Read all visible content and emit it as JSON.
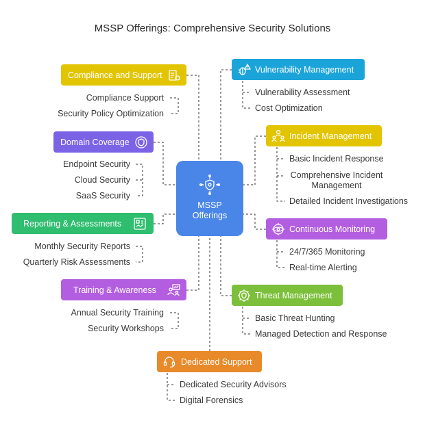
{
  "title": "MSSP Offerings: Comprehensive Security Solutions",
  "center": {
    "label": "MSSP\nOfferings",
    "icon": "shield-network-icon",
    "color": "#4a86e8"
  },
  "categories": [
    {
      "label": "Compliance and Support",
      "icon": "checklist-gear-icon",
      "color": "#e2c400",
      "items": [
        "Compliance Support",
        "Security Policy Optimization"
      ]
    },
    {
      "label": "Domain Coverage",
      "icon": "globe-shield-icon",
      "color": "#7b63e6",
      "items": [
        "Endpoint Security",
        "Cloud Security",
        "SaaS Security"
      ]
    },
    {
      "label": "Reporting & Assessments",
      "icon": "report-chart-icon",
      "color": "#2fbd6f",
      "items": [
        "Monthly Security Reports",
        "Quarterly Risk Assessments"
      ]
    },
    {
      "label": "Training & Awareness",
      "icon": "presentation-people-icon",
      "color": "#b35ee0",
      "items": [
        "Annual Security Training",
        "Security Workshops"
      ]
    },
    {
      "label": "Dedicated Support",
      "icon": "headset-support-icon",
      "color": "#e98a2a",
      "items": [
        "Dedicated Security Advisors",
        "Digital Forensics"
      ]
    },
    {
      "label": "Vulnerability Management",
      "icon": "bug-warning-icon",
      "color": "#1ba4d9",
      "items": [
        "Vulnerability Assessment",
        "Cost Optimization"
      ]
    },
    {
      "label": "Incident Management",
      "icon": "people-alert-icon",
      "color": "#e2c400",
      "items": [
        "Basic Incident Response",
        "Comprehensive Incident Management",
        "Detailed Incident Investigations"
      ]
    },
    {
      "label": "Continuous Monitoring",
      "icon": "eye-monitor-icon",
      "color": "#b35ee0",
      "items": [
        "24/7/365 Monitoring",
        "Real-time Alerting"
      ]
    },
    {
      "label": "Threat Management",
      "icon": "gear-shield-icon",
      "color": "#7cbf3a",
      "items": [
        "Basic Threat Hunting",
        "Managed Detection and Response"
      ]
    }
  ]
}
